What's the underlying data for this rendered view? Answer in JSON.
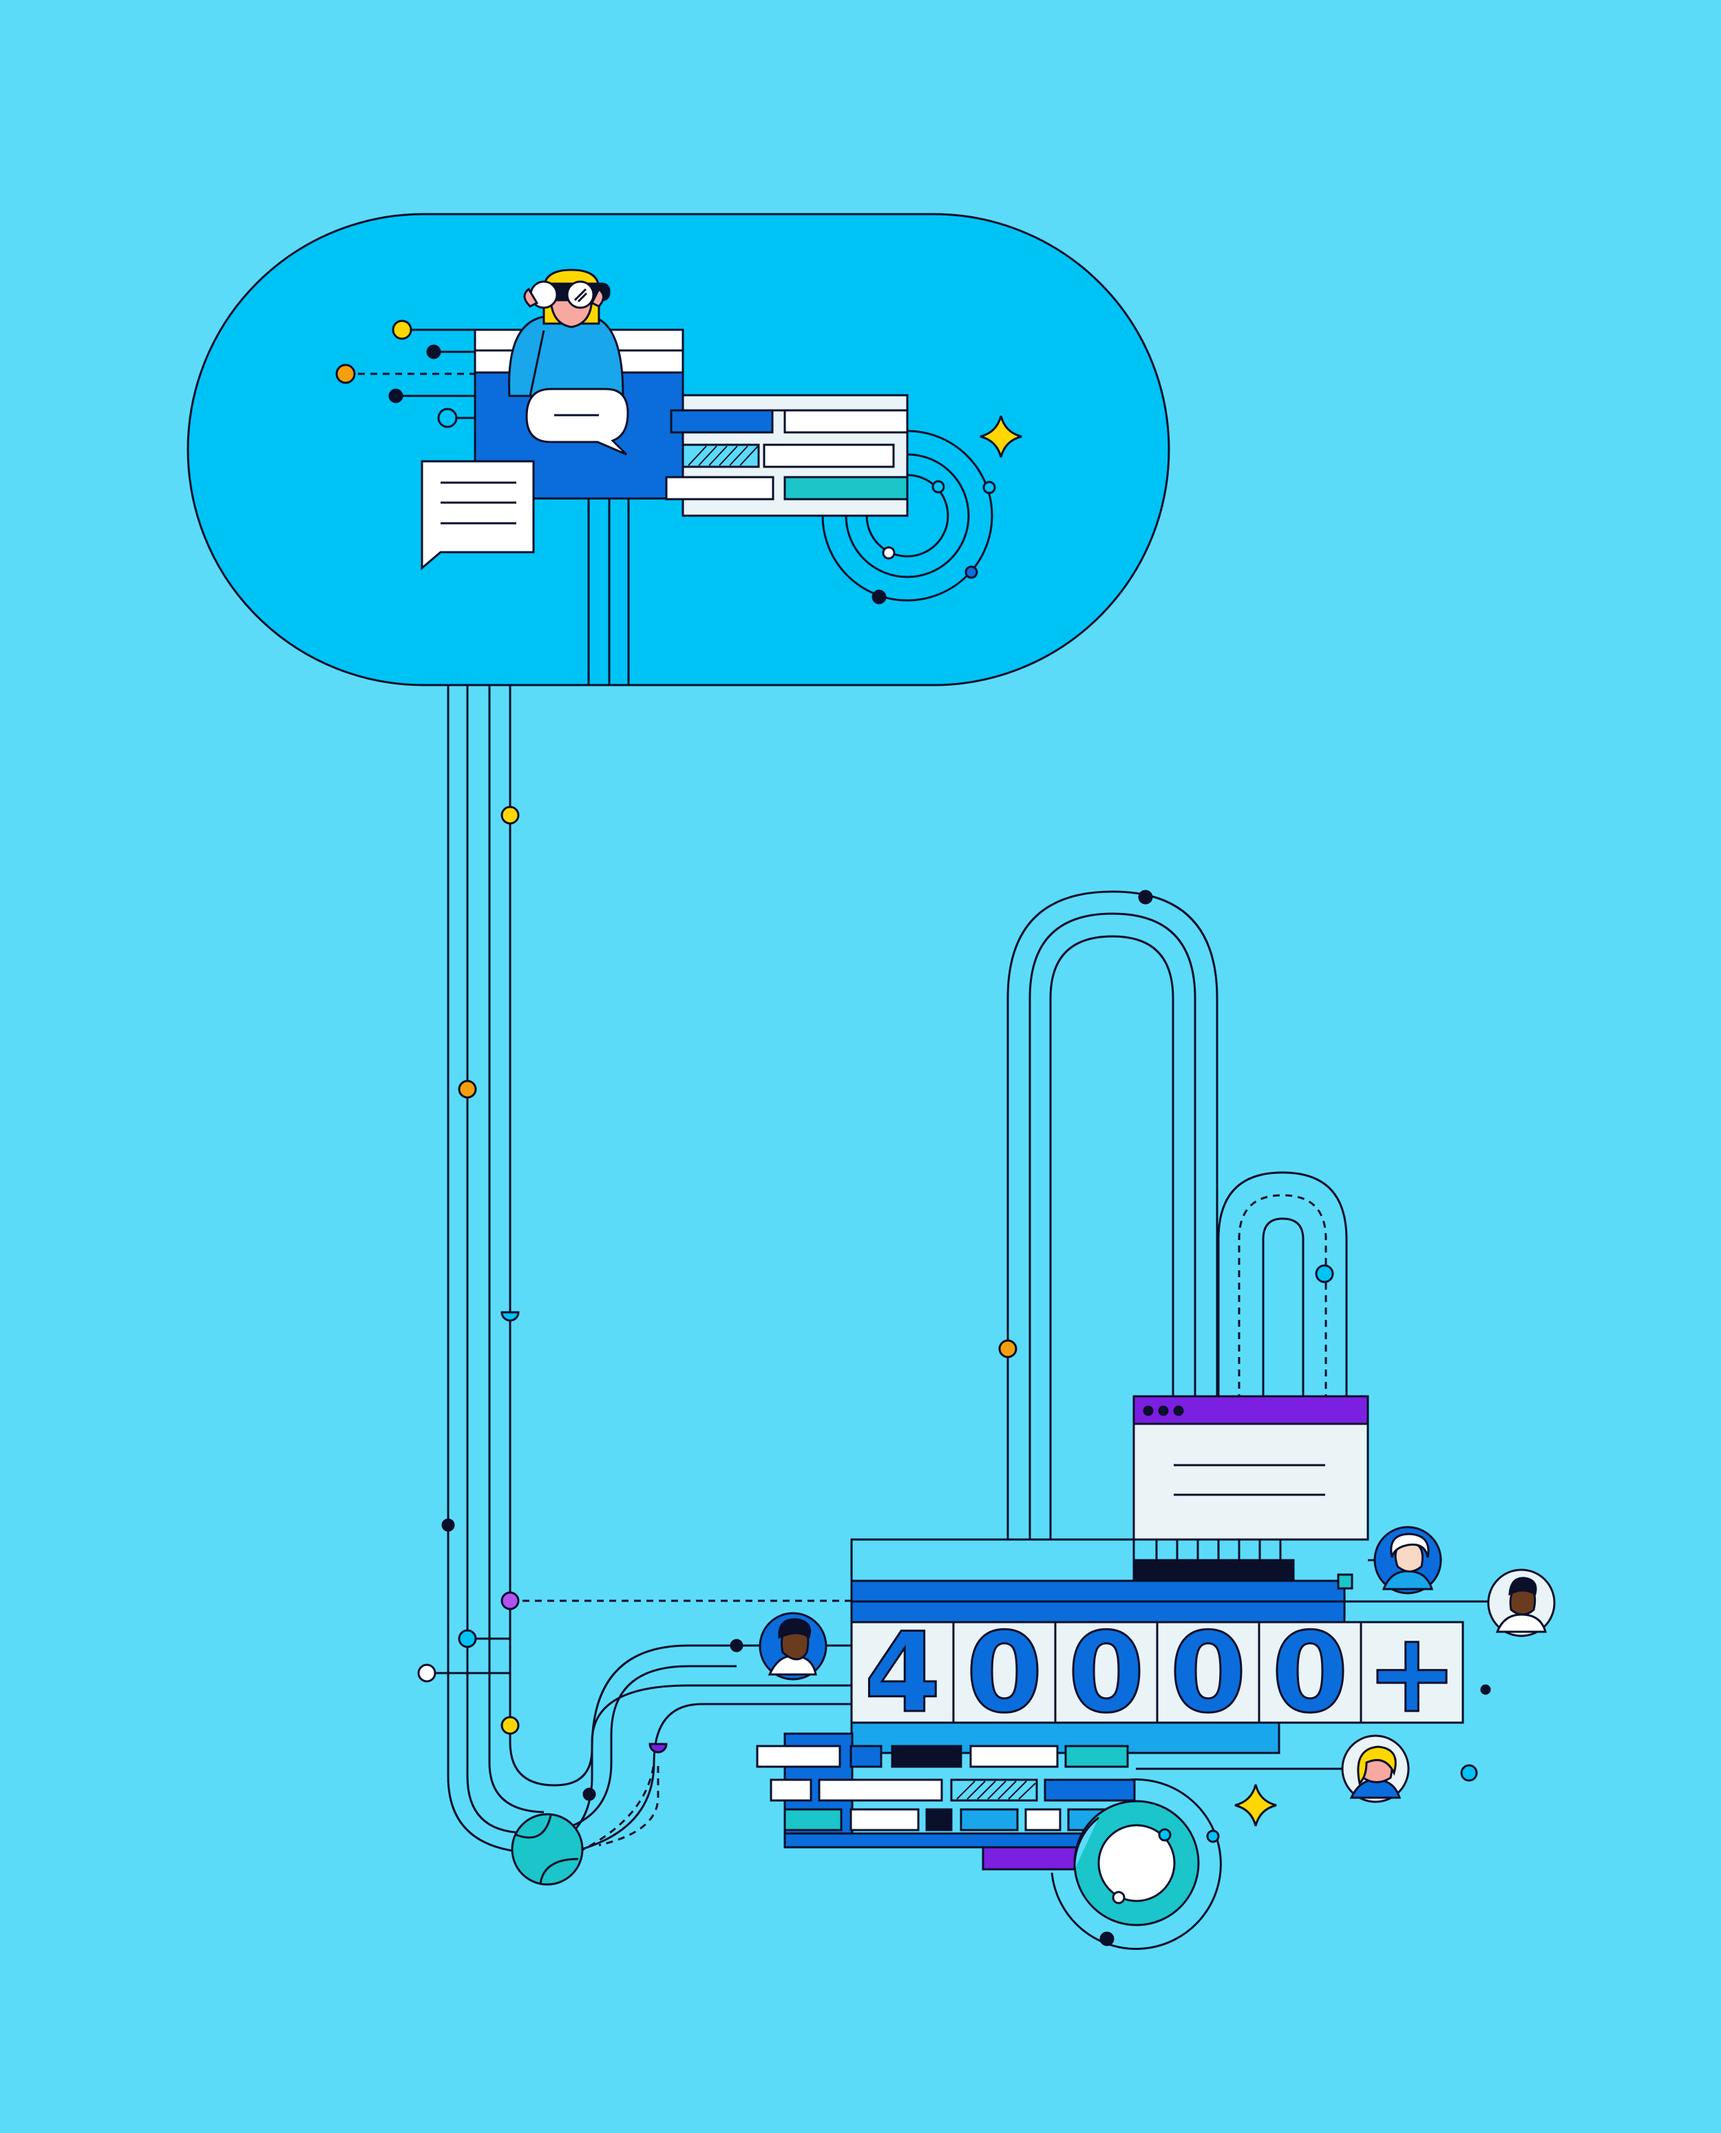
{
  "colors": {
    "background": "#5cdbf8",
    "capsule": "#00c3f5",
    "blue": "#0b6ddb",
    "teal": "#1cc5c9",
    "purple": "#7b1fe0",
    "yellow": "#ffd700",
    "orange": "#f59e0b",
    "panel": "#eaf3f6",
    "ink": "#0a0f2a"
  },
  "counter": {
    "digits": [
      "4",
      "0",
      "0",
      "0",
      "0",
      "+"
    ]
  },
  "icons": [
    "binoculars-person-icon",
    "speech-bubble-icon",
    "document-icon",
    "sparkle-icon",
    "globe-icon",
    "avatar-icon",
    "browser-window-icon"
  ]
}
